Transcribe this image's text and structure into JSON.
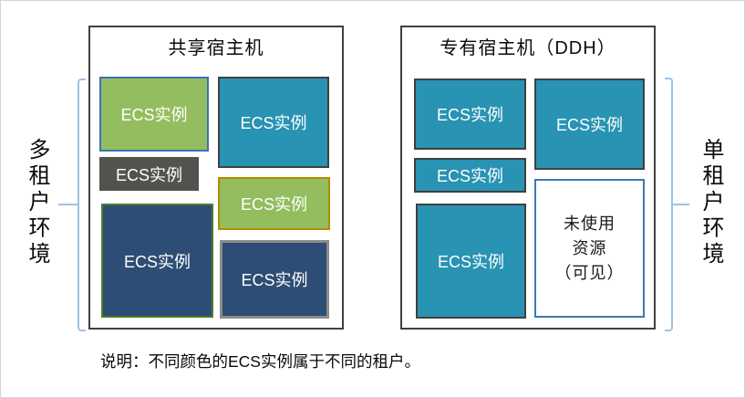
{
  "colors": {
    "panel_border": "#404040",
    "bracket": "#9DC3E6",
    "teal_fill": "#2893B2",
    "teal_border": "#404040",
    "green_fill": "#94BD5F",
    "blue_border": "#3A73B4",
    "gold_border": "#B38B00",
    "dark_gray_fill": "#54524F",
    "navy_fill": "#2D4D74",
    "green_border": "#4E7D2E",
    "gray_border": "#8C8C8C",
    "unused_border": "#3C78B4",
    "box_label_color": "#FFFFFF",
    "text_color": "#0A0A0A",
    "canvas_border": "#D4D4D4"
  },
  "multi_tenant_label": "多租户环境",
  "single_tenant_label": "单租户环境",
  "shared_host": {
    "title": "共享宿主机",
    "boxes": [
      {
        "label": "ECS实例",
        "fill": "#94BD5F",
        "border": "#3A73B4"
      },
      {
        "label": "ECS实例",
        "fill": "#2893B2",
        "border": "#404040"
      },
      {
        "label": "ECS实例",
        "fill": "#54524F",
        "border": "#54524F"
      },
      {
        "label": "ECS实例",
        "fill": "#94BD5F",
        "border": "#B38B00"
      },
      {
        "label": "ECS实例",
        "fill": "#2D4D74",
        "border": "#4E7D2E"
      },
      {
        "label": "ECS实例",
        "fill": "#2D4D74",
        "border": "#8C8C8C"
      }
    ]
  },
  "dedicated_host": {
    "title": "专有宿主机（DDH）",
    "boxes": [
      {
        "label": "ECS实例",
        "fill": "#2893B2",
        "border": "#404040"
      },
      {
        "label": "ECS实例",
        "fill": "#2893B2",
        "border": "#404040"
      },
      {
        "label": "ECS实例",
        "fill": "#2893B2",
        "border": "#404040"
      },
      {
        "label": "ECS实例",
        "fill": "#2893B2",
        "border": "#404040"
      }
    ],
    "unused_box": {
      "lines": [
        "未使用",
        "资源",
        "（可见）"
      ],
      "fill": "#FFFFFF",
      "border": "#3C78B4",
      "text_color": "#1A1A1A"
    }
  },
  "caption": "说明：不同颜色的ECS实例属于不同的租户。"
}
